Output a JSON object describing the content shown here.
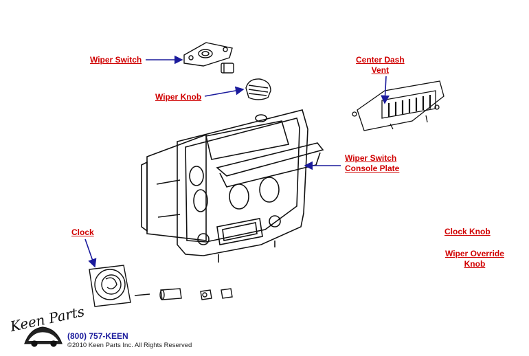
{
  "labels": {
    "wiper_switch": "Wiper Switch",
    "wiper_knob": "Wiper Knob",
    "center_dash_vent_line1": "Center Dash",
    "center_dash_vent_line2": "Vent",
    "wiper_switch_console_plate_line1": "Wiper Switch",
    "wiper_switch_console_plate_line2": "Console Plate",
    "clock": "Clock",
    "clock_knob": "Clock Knob",
    "wiper_override_knob_line1": "Wiper Override",
    "wiper_override_knob_line2": "Knob"
  },
  "footer": {
    "brand": "Keen Parts",
    "phone": "(800) 757-KEEN",
    "copyright": "©2010 Keen Parts Inc. All Rights Reserved"
  },
  "colors": {
    "label": "#d00000",
    "arrow": "#1a1a9c",
    "line_art": "#111111"
  }
}
